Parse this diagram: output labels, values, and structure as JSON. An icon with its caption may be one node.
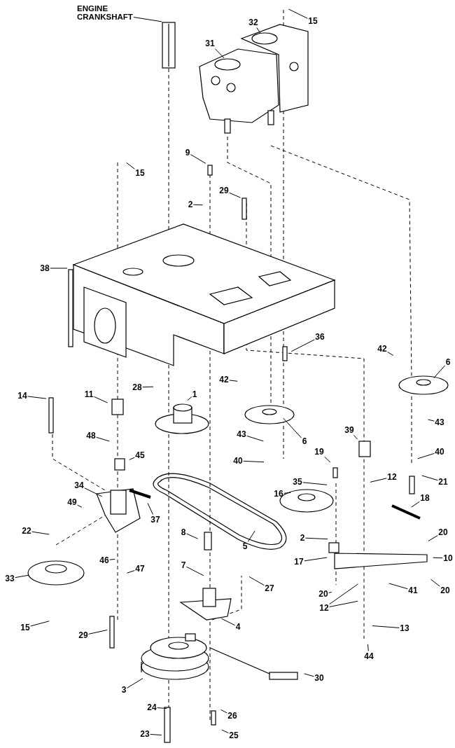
{
  "diagram": {
    "nodes": [
      {
        "text": [
          "ENGINE CRANKSHAFT"
        ]
      },
      {
        "text": [
          "15"
        ]
      },
      {
        "text": [
          "32"
        ]
      },
      {
        "text": [
          "31"
        ]
      },
      {
        "text": [
          "15"
        ]
      },
      {
        "text": [
          "9"
        ]
      },
      {
        "text": [
          "29"
        ]
      },
      {
        "text": [
          "2"
        ]
      },
      {
        "text": [
          "38"
        ]
      },
      {
        "text": [
          "36"
        ]
      },
      {
        "text": [
          "42"
        ]
      },
      {
        "text": [
          "6"
        ]
      },
      {
        "text": [
          "14"
        ]
      },
      {
        "text": [
          "11"
        ]
      },
      {
        "text": [
          "28"
        ]
      },
      {
        "text": [
          "1"
        ]
      },
      {
        "text": [
          "42"
        ]
      },
      {
        "text": [
          "43"
        ]
      },
      {
        "text": [
          "6"
        ]
      },
      {
        "text": [
          "39"
        ]
      },
      {
        "text": [
          "43"
        ]
      },
      {
        "text": [
          "48"
        ]
      },
      {
        "text": [
          "40"
        ]
      },
      {
        "text": [
          "45"
        ]
      },
      {
        "text": [
          "19"
        ]
      },
      {
        "text": [
          "40"
        ]
      },
      {
        "text": [
          "12"
        ]
      },
      {
        "text": [
          "21"
        ]
      },
      {
        "text": [
          "35"
        ]
      },
      {
        "text": [
          "34"
        ]
      },
      {
        "text": [
          "16"
        ]
      },
      {
        "text": [
          "18"
        ]
      },
      {
        "text": [
          "49"
        ]
      },
      {
        "text": [
          "37"
        ]
      },
      {
        "text": [
          "22"
        ]
      },
      {
        "text": [
          "8"
        ]
      },
      {
        "text": [
          "2"
        ]
      },
      {
        "text": [
          "20"
        ]
      },
      {
        "text": [
          "5"
        ]
      },
      {
        "text": [
          "10"
        ]
      },
      {
        "text": [
          "17"
        ]
      },
      {
        "text": [
          "46"
        ]
      },
      {
        "text": [
          "7"
        ]
      },
      {
        "text": [
          "47"
        ]
      },
      {
        "text": [
          "33"
        ]
      },
      {
        "text": [
          "27"
        ]
      },
      {
        "text": [
          "41"
        ]
      },
      {
        "text": [
          "20"
        ]
      },
      {
        "text": [
          "20"
        ]
      },
      {
        "text": [
          "12"
        ]
      },
      {
        "text": [
          "4"
        ]
      },
      {
        "text": [
          "15"
        ]
      },
      {
        "text": [
          "13"
        ]
      },
      {
        "text": [
          "29"
        ]
      },
      {
        "text": [
          "44"
        ]
      },
      {
        "text": [
          "30"
        ]
      },
      {
        "text": [
          "3"
        ]
      },
      {
        "text": [
          "24"
        ]
      },
      {
        "text": [
          "26"
        ]
      },
      {
        "text": [
          "23"
        ]
      },
      {
        "text": [
          "25"
        ]
      }
    ],
    "edges": [
      {
        "from": 0,
        "to": null,
        "arrow": "none"
      },
      {
        "from": 1,
        "to": null,
        "arrow": "none"
      },
      {
        "from": 2,
        "to": null,
        "arrow": "none"
      },
      {
        "from": 3,
        "to": null,
        "arrow": "none"
      },
      {
        "from": 4,
        "to": null,
        "arrow": "none"
      },
      {
        "from": 5,
        "to": null,
        "arrow": "none"
      },
      {
        "from": 6,
        "to": null,
        "arrow": "none"
      },
      {
        "from": 7,
        "to": null,
        "arrow": "none"
      },
      {
        "from": 8,
        "to": null,
        "arrow": "none"
      },
      {
        "from": 9,
        "to": null,
        "arrow": "none"
      },
      {
        "from": 10,
        "to": null,
        "arrow": "none"
      },
      {
        "from": 11,
        "to": null,
        "arrow": "none"
      },
      {
        "from": 12,
        "to": null,
        "arrow": "none"
      },
      {
        "from": 13,
        "to": null,
        "arrow": "none"
      },
      {
        "from": 14,
        "to": null,
        "arrow": "none"
      },
      {
        "from": 15,
        "to": null,
        "arrow": "none"
      },
      {
        "from": 16,
        "to": null,
        "arrow": "none"
      },
      {
        "from": 17,
        "to": null,
        "arrow": "none"
      },
      {
        "from": 18,
        "to": null,
        "arrow": "none"
      },
      {
        "from": 19,
        "to": null,
        "arrow": "none"
      },
      {
        "from": 20,
        "to": null,
        "arrow": "none"
      },
      {
        "from": 21,
        "to": null,
        "arrow": "none"
      },
      {
        "from": 22,
        "to": null,
        "arrow": "none"
      },
      {
        "from": 23,
        "to": null,
        "arrow": "none"
      },
      {
        "from": 24,
        "to": null,
        "arrow": "none"
      },
      {
        "from": 25,
        "to": null,
        "arrow": "none"
      },
      {
        "from": 26,
        "to": null,
        "arrow": "none"
      },
      {
        "from": 27,
        "to": null,
        "arrow": "none"
      },
      {
        "from": 28,
        "to": null,
        "arrow": "none"
      },
      {
        "from": 29,
        "to": null,
        "arrow": "none"
      },
      {
        "from": 30,
        "to": null,
        "arrow": "none"
      },
      {
        "from": 31,
        "to": null,
        "arrow": "none"
      },
      {
        "from": 32,
        "to": null,
        "arrow": "none"
      },
      {
        "from": 33,
        "to": null,
        "arrow": "none"
      },
      {
        "from": 34,
        "to": null,
        "arrow": "none"
      },
      {
        "from": 35,
        "to": null,
        "arrow": "none"
      },
      {
        "from": 36,
        "to": null,
        "arrow": "none"
      },
      {
        "from": 37,
        "to": null,
        "arrow": "none"
      },
      {
        "from": 38,
        "to": null,
        "arrow": "none"
      },
      {
        "from": 39,
        "to": null,
        "arrow": "none"
      },
      {
        "from": 40,
        "to": null,
        "arrow": "none"
      },
      {
        "from": 41,
        "to": null,
        "arrow": "none"
      },
      {
        "from": 42,
        "to": null,
        "arrow": "none"
      },
      {
        "from": 43,
        "to": null,
        "arrow": "none"
      },
      {
        "from": 44,
        "to": null,
        "arrow": "none"
      },
      {
        "from": 45,
        "to": null,
        "arrow": "none"
      },
      {
        "from": 46,
        "to": null,
        "arrow": "none"
      },
      {
        "from": 47,
        "to": null,
        "arrow": "none"
      },
      {
        "from": 48,
        "to": null,
        "arrow": "none"
      },
      {
        "from": 49,
        "to": null,
        "arrow": "none"
      },
      {
        "from": 49,
        "to": null,
        "arrow": "none"
      },
      {
        "from": 50,
        "to": null,
        "arrow": "none"
      },
      {
        "from": 51,
        "to": null,
        "arrow": "none"
      },
      {
        "from": 52,
        "to": null,
        "arrow": "none"
      },
      {
        "from": 53,
        "to": null,
        "arrow": "none"
      },
      {
        "from": 54,
        "to": null,
        "arrow": "none"
      },
      {
        "from": 55,
        "to": null,
        "arrow": "none"
      },
      {
        "from": 56,
        "to": null,
        "arrow": "none"
      },
      {
        "from": 57,
        "to": null,
        "arrow": "none"
      },
      {
        "from": 58,
        "to": null,
        "arrow": "none"
      },
      {
        "from": 59,
        "to": null,
        "arrow": "none"
      },
      {
        "from": 60,
        "to": null,
        "arrow": "none"
      }
    ]
  }
}
